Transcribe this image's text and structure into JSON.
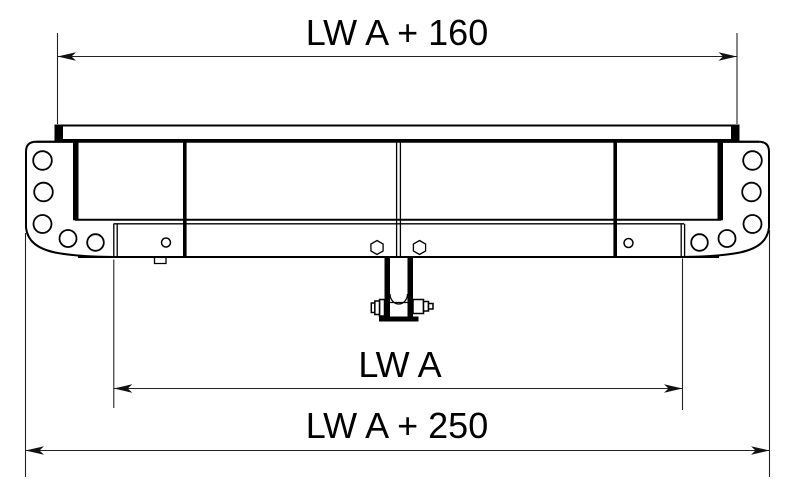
{
  "drawing": {
    "background_color": "#ffffff",
    "line_color": "#000000",
    "dimension_line_color": "#222222",
    "labels": {
      "top_dimension": "LW A + 160",
      "inner_dimension": "LW A",
      "overall_dimension": "LW A + 250"
    }
  }
}
